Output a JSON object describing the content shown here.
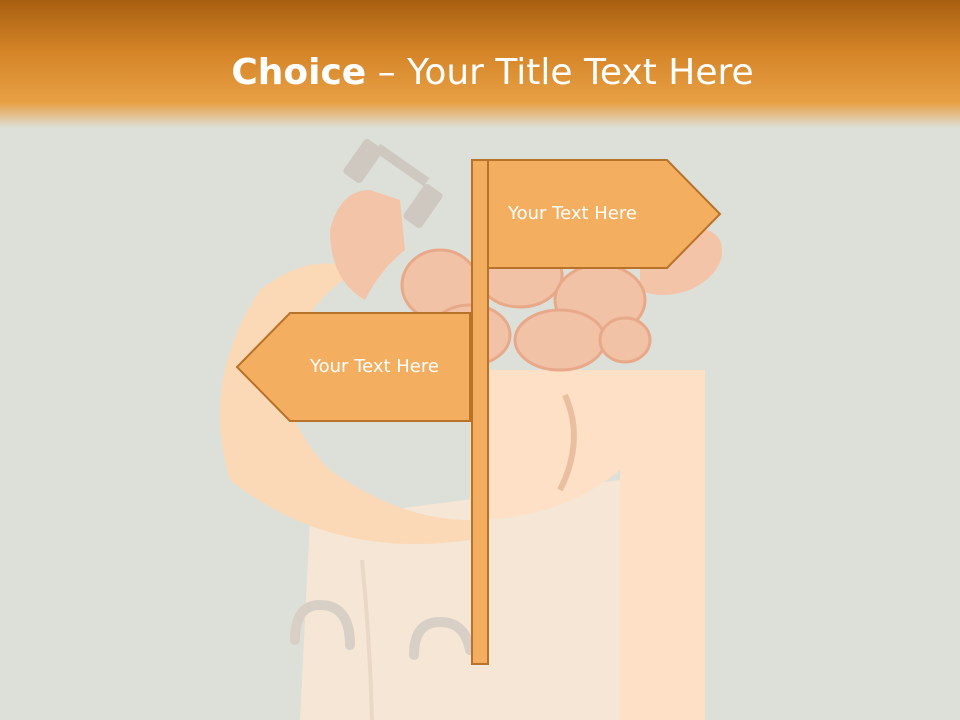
{
  "slide": {
    "title_bold": "Choice",
    "title_rest": " – Your Title Text Here",
    "sign_right_text": "Your Text Here",
    "sign_left_text": "Your Text Here"
  },
  "colors": {
    "header_dark": "#a85f10",
    "header_light": "#e8a045",
    "background": "#dde0d8",
    "sign_fill": "#f3ae5f",
    "sign_stroke": "#b8732a",
    "skin": "#fbe0c6",
    "shirt": "#f5e5d5"
  },
  "icons": [
    "head-silhouette-graphic",
    "brain-graphic",
    "dumbbell-icon",
    "signpost-graphic"
  ]
}
